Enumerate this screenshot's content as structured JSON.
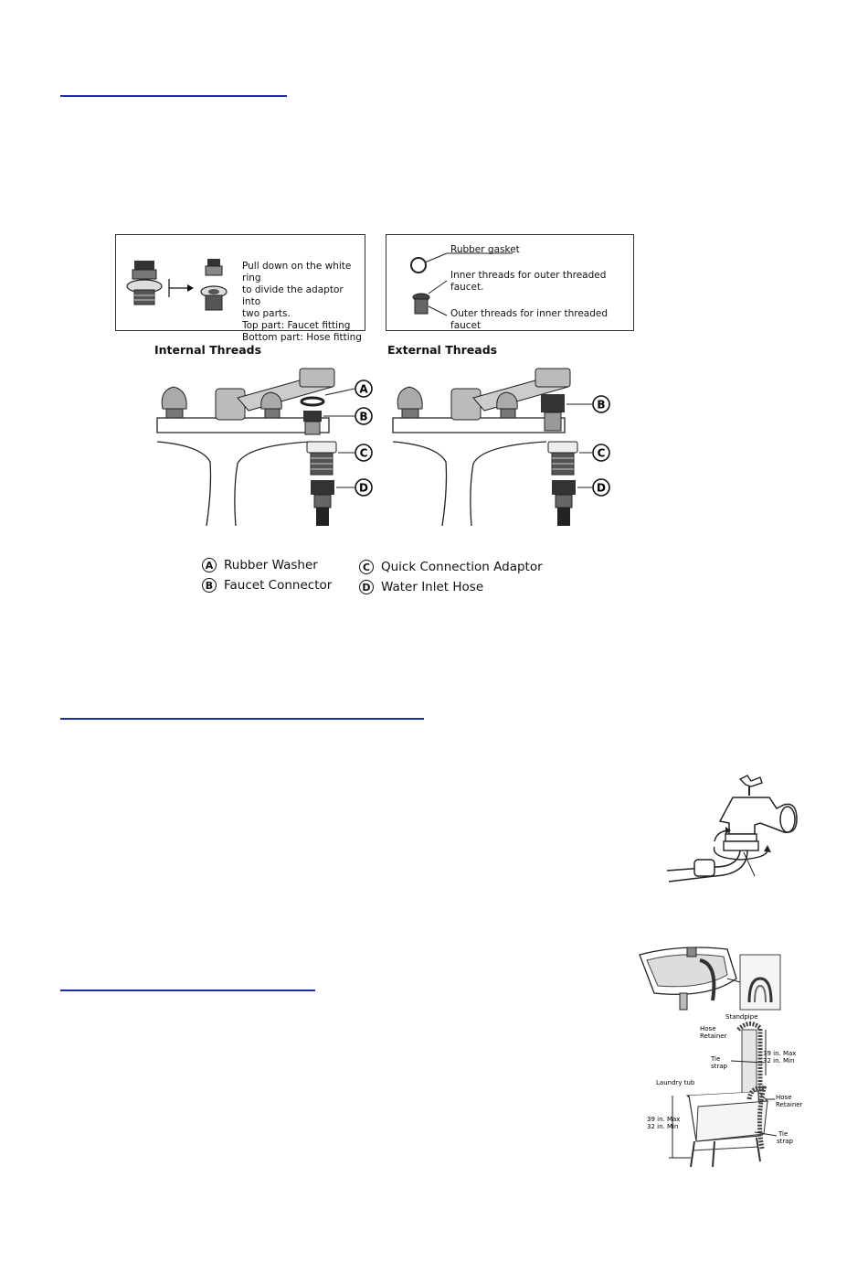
{
  "adaptor_box": {
    "instructions": [
      "Pull down on the white ring",
      "to divide the adaptor into",
      "two parts.",
      "Top part: Faucet fitting",
      "Bottom part: Hose fitting"
    ]
  },
  "threads_box": {
    "gasket": "Rubber gasket",
    "inner": "Inner threads for outer threaded faucet.",
    "outer": "Outer threads for inner threaded faucet"
  },
  "headings": {
    "internal": "Internal Threads",
    "external": "External Threads"
  },
  "callouts": {
    "a": "A",
    "b": "B",
    "c": "C",
    "d": "D"
  },
  "legend": [
    {
      "letter": "A",
      "label": "Rubber Washer"
    },
    {
      "letter": "B",
      "label": "Faucet Connector"
    },
    {
      "letter": "C",
      "label": "Quick Connection Adaptor"
    },
    {
      "letter": "D",
      "label": "Water Inlet Hose"
    }
  ],
  "drain_figure": {
    "standpipe": "Standpipe",
    "hose_retainer": "Hose",
    "hose_retainer_2": "Retainer",
    "tie": "Tie",
    "strap": "strap",
    "max": "39 in. Max",
    "min": "32 in. Min",
    "laundry_tub": "Laundry tub",
    "hose_retainer_b": "Hose",
    "hose_retainer_b2": "Retainer",
    "tie_b": "Tie",
    "strap_b": "strap",
    "max_b": "39 in. Max",
    "min_b": "32 in. Min"
  },
  "colors": {
    "link": "#1f2aa6"
  }
}
